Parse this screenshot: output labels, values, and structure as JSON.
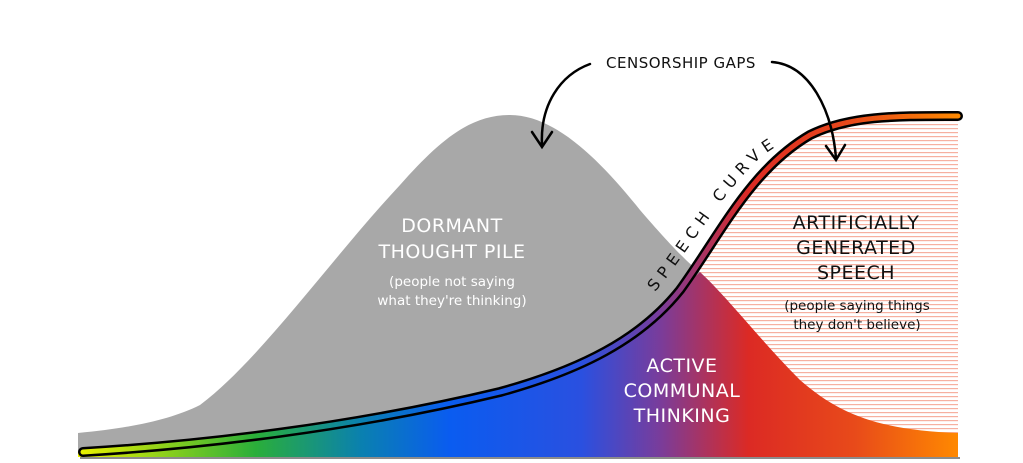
{
  "annotation": {
    "label": "CENSORSHIP GAPS"
  },
  "curve_label": "SPEECH CURVE",
  "dormant": {
    "title_lines": [
      "DORMANT",
      "THOUGHT PILE"
    ],
    "sub_lines": [
      "(people not saying",
      "what they're thinking)"
    ]
  },
  "artificial": {
    "title_lines": [
      "ARTIFICIALLY",
      "GENERATED",
      "SPEECH"
    ],
    "sub_lines": [
      "(people saying things",
      "they don't believe)"
    ]
  },
  "active": {
    "title_lines": [
      "ACTIVE",
      "COMMUNAL",
      "THINKING"
    ]
  },
  "colors": {
    "dormant": "#a8a8a8",
    "hatch": "#f4a090",
    "yellow": "#e8f000",
    "green": "#2aae3a",
    "blue": "#0a5cf0",
    "purple": "#7a3c9a",
    "red": "#dc2a24",
    "orange": "#ff8a00"
  }
}
